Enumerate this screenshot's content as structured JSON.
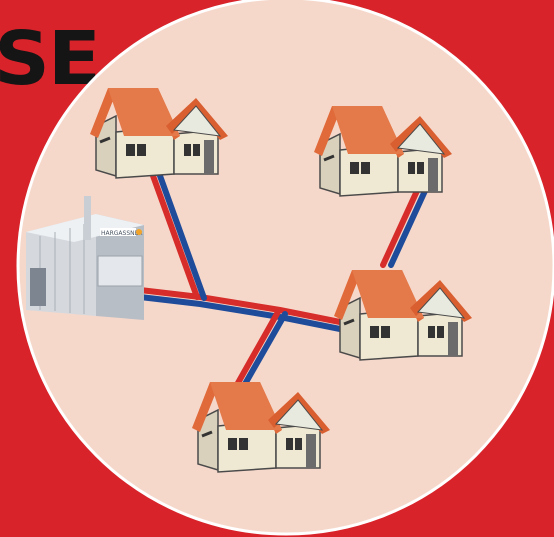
{
  "heading": {
    "text": "SE"
  },
  "colors": {
    "background": "#d8232a",
    "circle_fill": "#f6d8cb",
    "circle_stroke": "#ffffff",
    "pipe_hot": "#d62d2a",
    "pipe_cold": "#1f4c9a",
    "roof": "#e06a3a",
    "wall": "#efe8d2",
    "trim": "#4a4a4a"
  },
  "boiler": {
    "brand_text": "HARGASSNER",
    "icon": "heating-plant-icon"
  },
  "houses": [
    {
      "id": "house-top-left",
      "icon": "house-icon"
    },
    {
      "id": "house-top-right",
      "icon": "house-icon"
    },
    {
      "id": "house-middle-right",
      "icon": "house-icon"
    },
    {
      "id": "house-bottom",
      "icon": "house-icon"
    }
  ]
}
